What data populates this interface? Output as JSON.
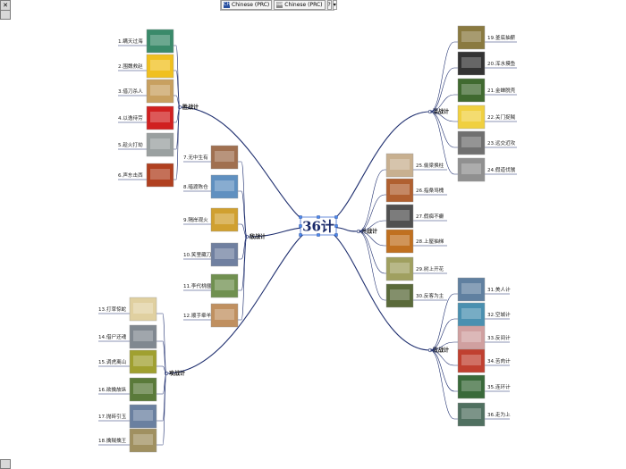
{
  "language_bar": {
    "item1": "Chinese (PRC)",
    "item2": "Chinese (PRC)",
    "help": "?"
  },
  "center": {
    "title": "36计"
  },
  "branches": [
    {
      "side": "left",
      "label": "胜战计",
      "leaves": [
        "1.瞒天过海",
        "2.围魏救赵",
        "3.借刀杀人",
        "4.以逸待劳",
        "5.趁火打劫",
        "6.声东击西"
      ]
    },
    {
      "side": "left",
      "label": "敌战计",
      "leaves": [
        "7.无中生有",
        "8.暗渡陈仓",
        "9.隔岸观火",
        "10.笑里藏刀",
        "11.李代桃僵",
        "12.顺手牵羊"
      ]
    },
    {
      "side": "left",
      "label": "攻战计",
      "leaves": [
        "13.打草惊蛇",
        "14.借尸还魂",
        "15.调虎离山",
        "16.欲擒故纵",
        "17.抛砖引玉",
        "18.擒贼擒王"
      ]
    },
    {
      "side": "right",
      "label": "混战计",
      "leaves": [
        "19.釜底抽薪",
        "20.浑水摸鱼",
        "21.金蝉脱壳",
        "22.关门捉贼",
        "23.远交近攻",
        "24.假道伐虢"
      ]
    },
    {
      "side": "right",
      "label": "并战计",
      "leaves": [
        "25.偷梁换柱",
        "26.指桑骂槐",
        "27.假痴不癫",
        "28.上屋抽梯",
        "29.树上开花",
        "30.反客为主"
      ]
    },
    {
      "side": "right",
      "label": "败战计",
      "leaves": [
        "31.美人计",
        "32.空城计",
        "33.反间计",
        "34.苦肉计",
        "35.连环计",
        "36.走为上"
      ]
    }
  ]
}
